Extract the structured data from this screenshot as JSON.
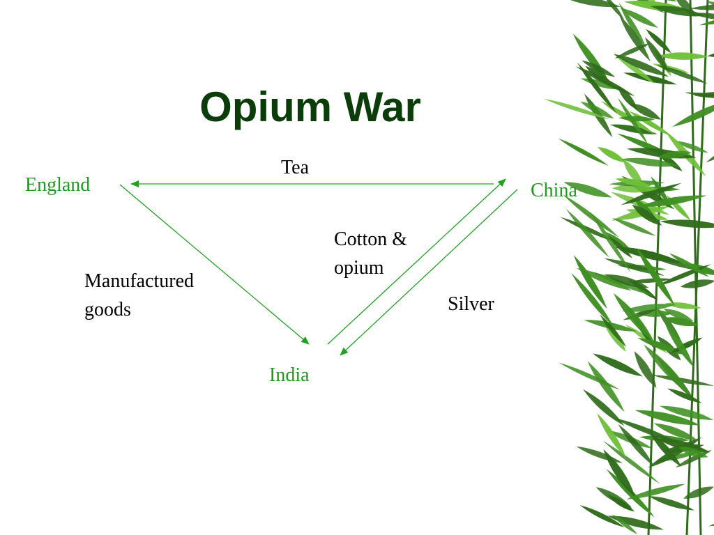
{
  "slide": {
    "title": "Opium War"
  },
  "nodes": {
    "england": "England",
    "china": "China",
    "india": "India"
  },
  "flows": {
    "tea": "Tea",
    "cotton_opium_line1": "Cotton &",
    "cotton_opium_line2": "opium",
    "manufactured_line1": "Manufactured",
    "manufactured_line2": "goods",
    "silver": "Silver"
  },
  "colors": {
    "title": "#0a3d0a",
    "node": "#1e9a1e",
    "arrow": "#22a022",
    "text": "#000000",
    "background": "#ffffff",
    "bamboo_dark": "#2f6b1a",
    "bamboo_mid": "#3f8f22",
    "bamboo_light": "#6fbf3a"
  }
}
